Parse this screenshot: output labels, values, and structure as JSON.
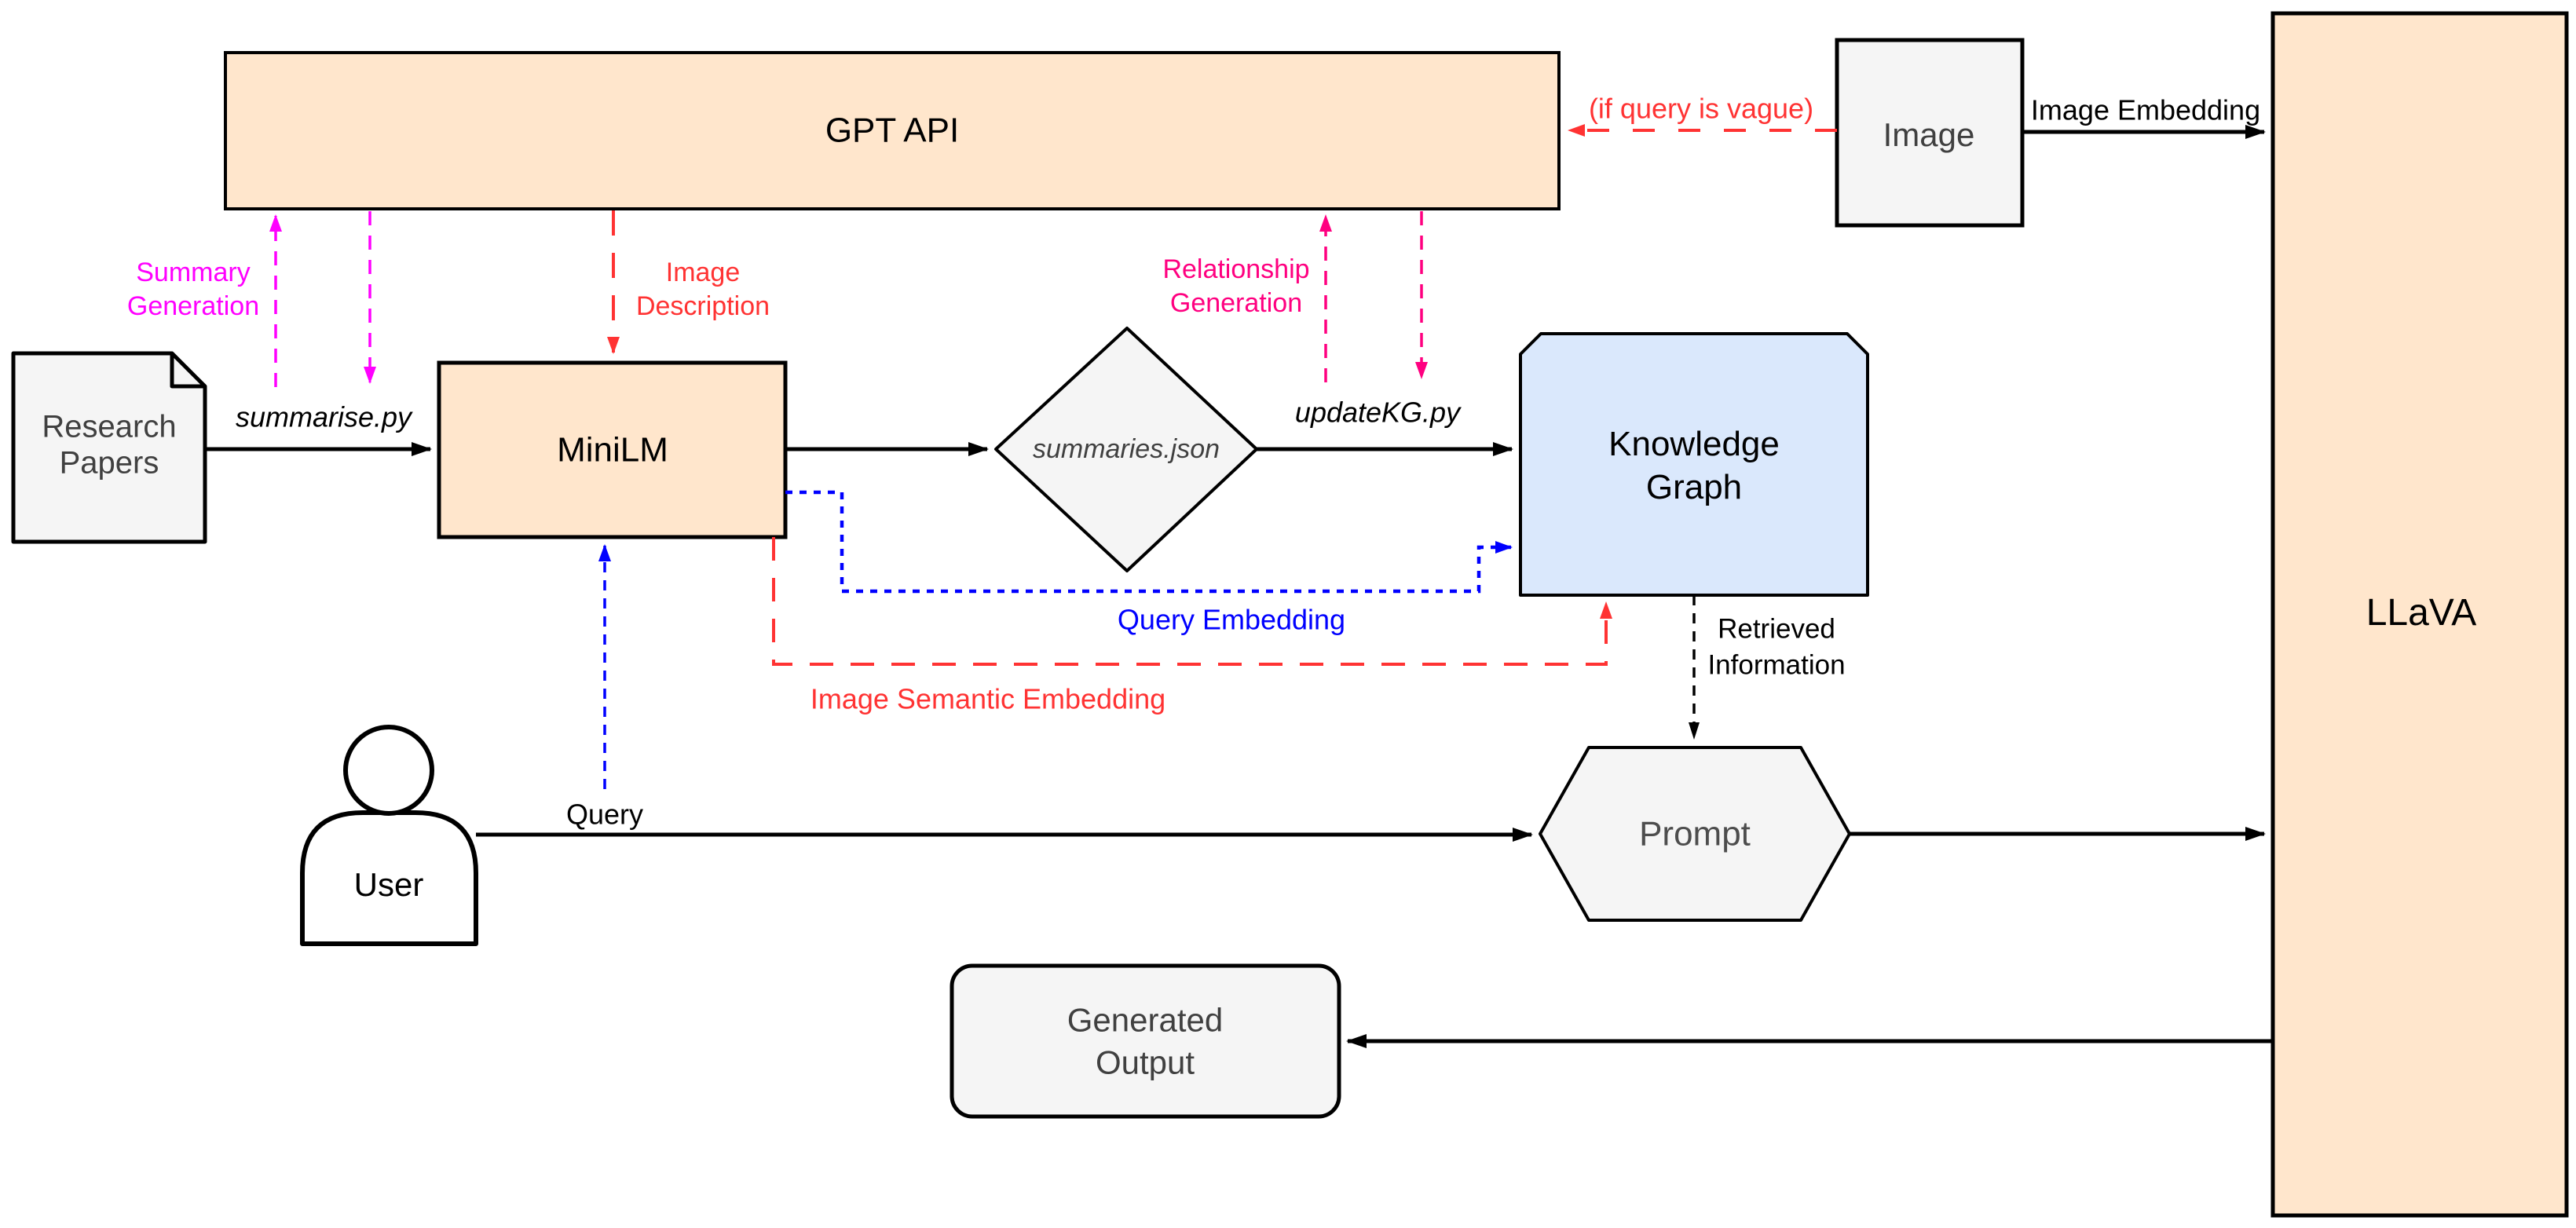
{
  "colors": {
    "peach": "#FFE6CC",
    "blue_fill": "#DAE8FC",
    "gray_fill": "#F5F5F5",
    "white": "#FFFFFF",
    "stroke": "#000000",
    "magenta": "#FF00FF",
    "pink": "#FF0080",
    "red": "#FF3333",
    "blue": "#0000FF",
    "dark_text": "#404040",
    "mid_text": "#4D4D4D"
  },
  "nodes": {
    "gpt_api": {
      "label": "GPT API"
    },
    "research_papers": {
      "line1": "Research",
      "line2": "Papers"
    },
    "minilm": {
      "label": "MiniLM"
    },
    "summaries_json": {
      "label": "summaries.json"
    },
    "knowledge_graph": {
      "line1": "Knowledge",
      "line2": "Graph"
    },
    "image": {
      "label": "Image"
    },
    "llava": {
      "label": "LLaVA"
    },
    "user": {
      "label": "User"
    },
    "prompt": {
      "label": "Prompt"
    },
    "generated_output": {
      "line1": "Generated",
      "line2": "Output"
    }
  },
  "edge_labels": {
    "summary_generation": {
      "line1": "Summary",
      "line2": "Generation"
    },
    "image_description": {
      "line1": "Image",
      "line2": "Description"
    },
    "relationship_generation": {
      "line1": "Relationship",
      "line2": "Generation"
    },
    "if_query_vague": "(if query is vague)",
    "image_embedding": "Image Embedding",
    "summarise_py": "summarise.py",
    "updatekg_py": "updateKG.py",
    "query": "Query",
    "query_embedding": "Query Embedding",
    "image_semantic_embedding": "Image Semantic Embedding",
    "retrieved_information": {
      "line1": "Retrieved",
      "line2": "Information"
    }
  }
}
